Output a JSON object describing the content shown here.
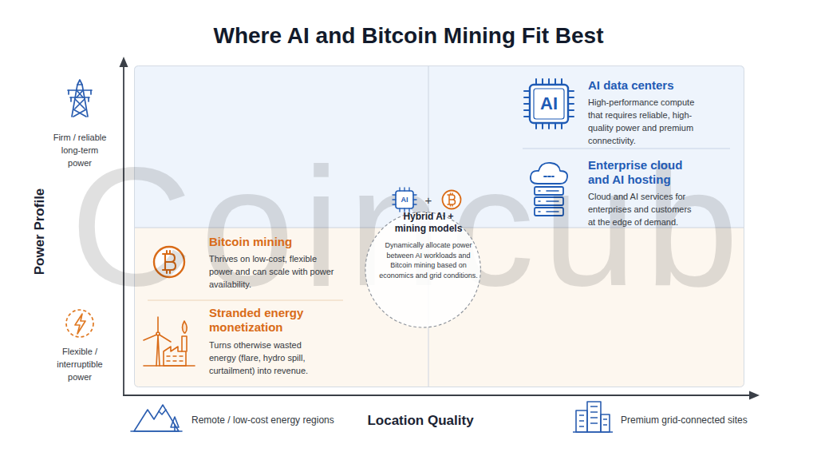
{
  "diagram": {
    "title": "Where AI and Bitcoin Mining Fit Best",
    "nodes": [
      {
        "text": [
          "AI data centers",
          "High-performance compute that requires reliable, high-quality power and premium connectivity."
        ]
      },
      {
        "text": [
          "Enterprise cloud and AI hosting",
          "Cloud and AI services for enterprises and customers at the edge of demand."
        ]
      },
      {
        "text": [
          "Hybrid AI + mining models",
          "Dynamically allocate power between AI workloads and Bitcoin mining based on economics and grid conditions."
        ]
      },
      {
        "text": [
          "Bitcoin mining",
          "Thrives on low-cost, flexible power and can scale with power availability."
        ]
      },
      {
        "text": [
          "Stranded energy monetization",
          "Turns otherwise wasted energy (flare, hydro spill, curtailment) into revenue."
        ]
      }
    ],
    "labels": [
      "Firm / reliable long-term power",
      "Power Profile",
      "Flexible / interruptible power",
      "Remote / low-cost energy regions",
      "Location Quality",
      "Premium grid-connected sites",
      "AI",
      "AI",
      "+",
      "Coincub"
    ]
  }
}
